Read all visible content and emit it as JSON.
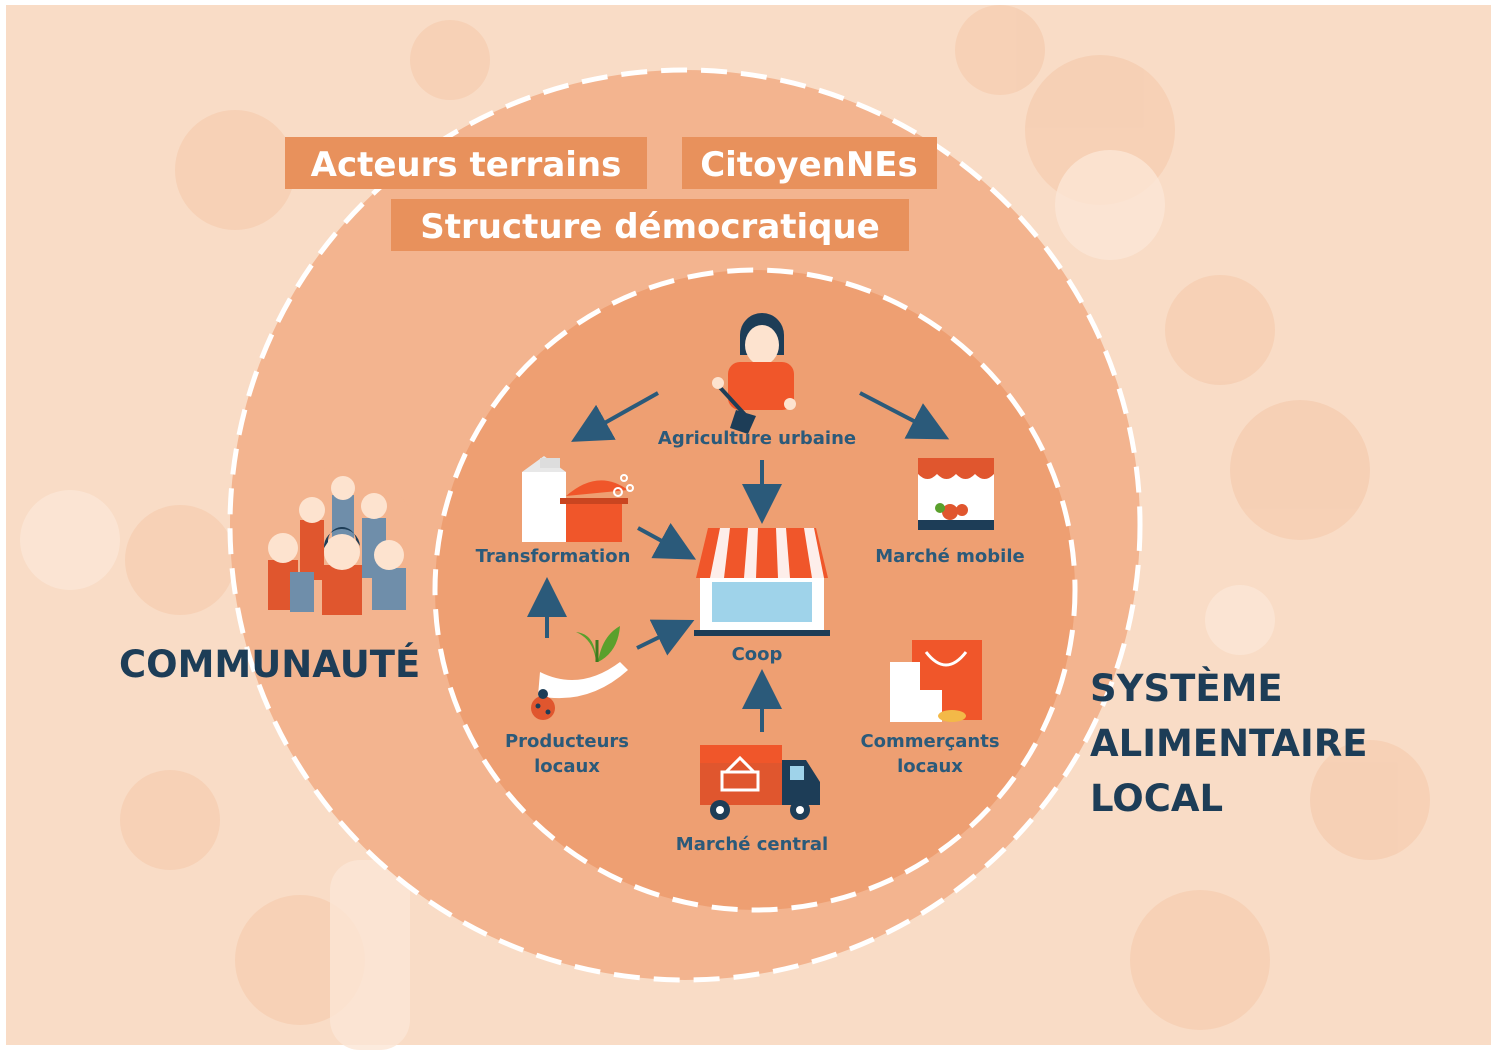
{
  "colors": {
    "background": "#f9dcc6",
    "outer_ring": "#f3b48f",
    "inner_ring": "#ee9f72",
    "tag_bg": "#e8915c",
    "accent_orange": "#f0562a",
    "text_dark": "#1d3d57",
    "text_blue": "#2b5a7a"
  },
  "tags": {
    "acteurs": "Acteurs terrains",
    "citoyens": "CitoyenNEs",
    "structure": "Structure démocratique"
  },
  "outer_labels": {
    "communaute": "COMMUNAUTÉ",
    "systeme_line1": "SYSTÈME",
    "systeme_line2": "ALIMENTAIRE",
    "systeme_line3": "LOCAL"
  },
  "nodes": {
    "agriculture": "Agriculture urbaine",
    "transformation": "Transformation",
    "marche_mobile": "Marché mobile",
    "coop": "Coop",
    "producteurs_line1": "Producteurs",
    "producteurs_line2": "locaux",
    "commercants_line1": "Commerçants",
    "commercants_line2": "locaux",
    "marche_central": "Marché central"
  },
  "icons": [
    "farmer-shovel-icon",
    "milk-carton-icon",
    "cooking-pot-icon",
    "market-stall-icon",
    "coop-store-icon",
    "hand-sprout-icon",
    "ladybug-icon",
    "shopping-bag-icon",
    "delivery-truck-icon",
    "crowd-icon"
  ]
}
